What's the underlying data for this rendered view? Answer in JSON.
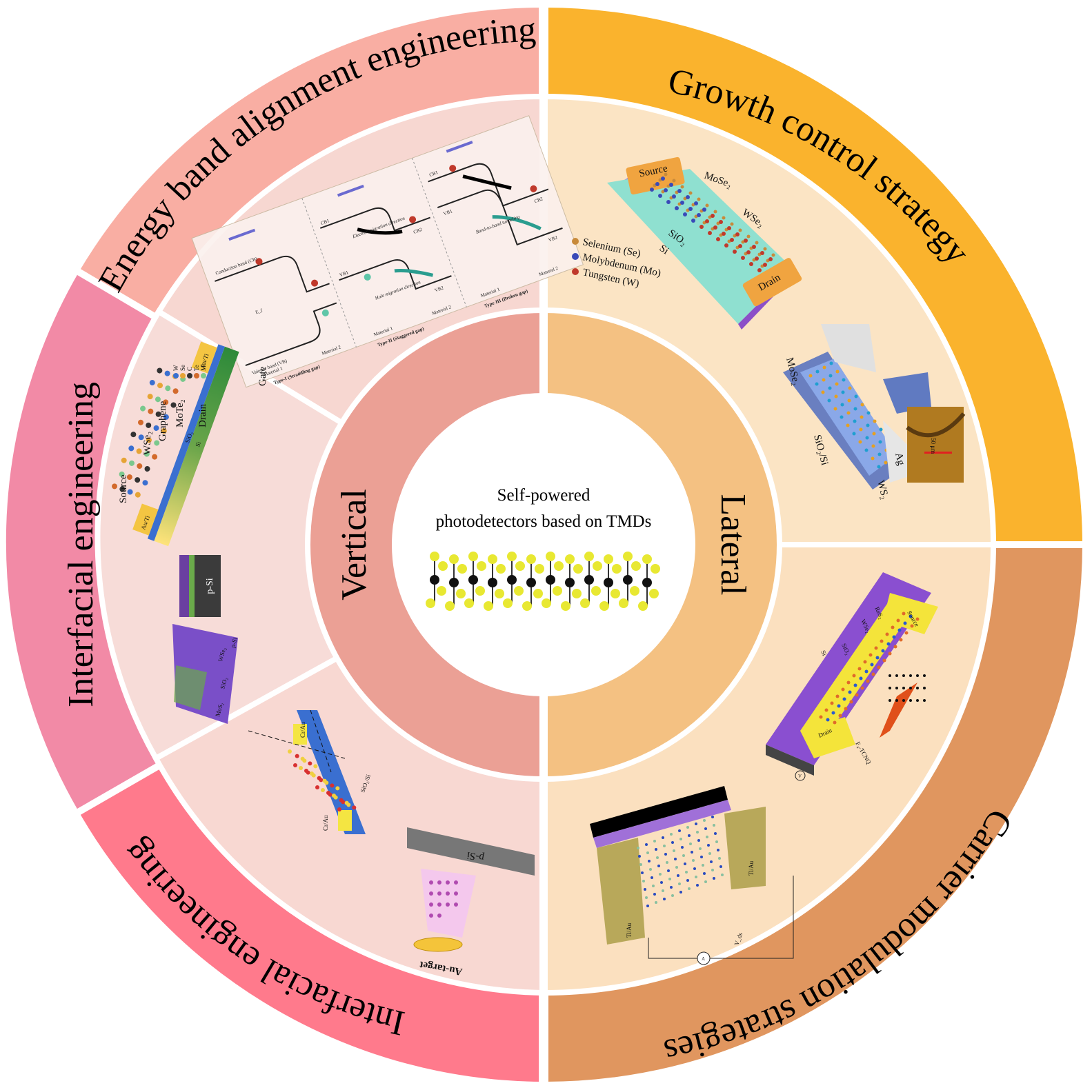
{
  "center": {
    "title_line1": "Self-powered",
    "title_line2": "photodetectors based on TMDs"
  },
  "middle_ring": {
    "left": "Vertical",
    "right": "Lateral"
  },
  "outer_ring": {
    "top_left": "Energy band alignment engineering",
    "left_upper": "Interfacial engineering",
    "left_lower": "Interfacial engineering",
    "top_right": "Growth control strategy",
    "bottom_right": "Carrier modulation strategies"
  },
  "colors": {
    "energy_band": "#f9aea3",
    "interfacial_upper": "#f28aa6",
    "interfacial_lower": "#ff7a8c",
    "growth_control": "#fab32d",
    "carrier_modulation": "#e0965f",
    "vertical_ring": "#eba095",
    "lateral_ring": "#f4c182",
    "left_inner_panel": "#f7dcd8",
    "right_inner_panel": "#fbe2c0"
  },
  "panels": {
    "energy_band": {
      "type1": "Type-I (Straddling gap)",
      "type2": "Type-II (Staggered gap)",
      "type3": "Type-III (Broken gap)",
      "material1": "Material 1",
      "material2": "Material 2",
      "cb": "Conduction band (CB)",
      "vb": "Valence band (VB)",
      "ef": "E_f",
      "electron_migration": "Electron migration direction",
      "hole_migration": "Hole migration direction",
      "band_to_band": "Band-to-band tunneling",
      "cb1": "CB1",
      "cb2": "CB2",
      "vb1": "VB1",
      "vb2": "VB2"
    },
    "interfacial_upper": {
      "source": "Source",
      "drain": "Drain",
      "gate": "Gate",
      "wse2": "WSe₂",
      "graphene": "Graphene",
      "mote2": "MoTe₂",
      "sio2": "SiO₂",
      "si": "Si",
      "auti_left": "Au/Ti",
      "auti_right": "Au/Ti",
      "legend_w": "W",
      "legend_se": "Se",
      "legend_c": "C",
      "legend_te": "Te",
      "legend_mo": "Mo",
      "psi": "p-Si",
      "wse2_2": "WSe₂",
      "sio2_2": "SiO₂",
      "mos2": "MoS₂",
      "psi_2": "p-Si"
    },
    "interfacial_lower": {
      "crau_top": "Cr/Au",
      "crau_bottom": "Cr/Au",
      "sio2_si": "SiO₂/Si",
      "psi": "p-Si",
      "au_target": "Au-target"
    },
    "growth_control": {
      "source": "Source",
      "drain": "Drain",
      "mose2": "MoSe₂",
      "wse2": "WSe₂",
      "sio2": "SiO₂",
      "si": "Si",
      "selenium": "Selenium (Se)",
      "molybdenum": "Molybdenum (Mo)",
      "tungsten": "Tungsten (W)",
      "mose2_2": "MoSe₂",
      "sio2_si": "SiO₂/Si",
      "ag": "Ag",
      "ws2": "WS₂",
      "scale": "50 μm"
    },
    "carrier_modulation": {
      "res2": "ReS₂",
      "wse2": "WSe₂",
      "sio2": "SiO₂",
      "si": "Si",
      "source": "Source",
      "drain": "Drain",
      "f4tcnq": "F₄-TCNQ",
      "tiau_left": "Ti/Au",
      "tiau_right": "Ti/Au",
      "vds": "V_ds",
      "ammeter": "A",
      "volt": "V"
    }
  }
}
